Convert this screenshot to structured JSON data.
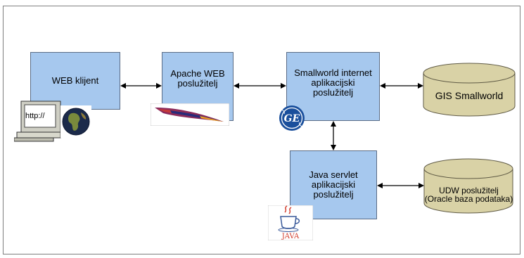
{
  "nodes": {
    "web_client": "WEB klijent",
    "apache": "Apache WEB\nposlužitelj",
    "smallworld": "Smallworld internet\naplikacijski\nposlužitelj",
    "gis": "GIS Smallworld",
    "java": "Java servlet\naplikacijski\nposlužitelj",
    "udw": "UDW poslužitelj\n(Oracle baza podataka)"
  },
  "icons": {
    "computer_screen": "http://",
    "java_logo": "JAVA",
    "ge_logo": "GE"
  },
  "colors": {
    "box_fill": "#a6c8ee",
    "cylinder_fill": "#d9d2a6",
    "border": "#5a6c86"
  }
}
